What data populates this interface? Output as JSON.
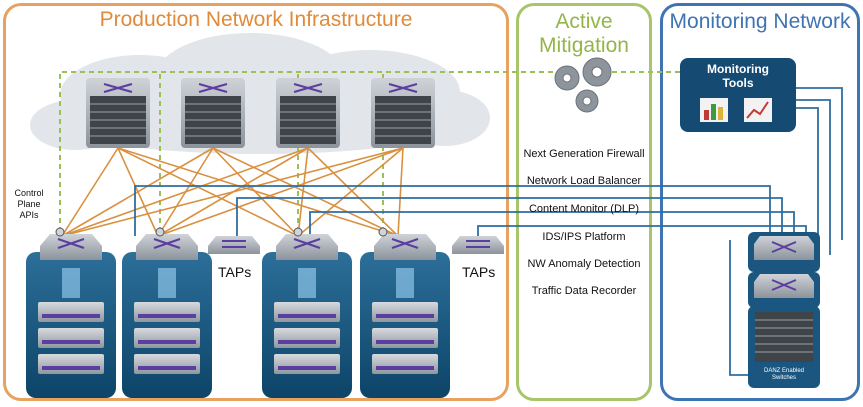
{
  "sections": {
    "production": {
      "title": "Production Network Infrastructure"
    },
    "mitigation": {
      "title_line1": "Active",
      "title_line2": "Mitigation"
    },
    "monitoring": {
      "title": "Monitoring Network"
    }
  },
  "control_plane": {
    "line1": "Control",
    "line2": "Plane",
    "line3": "APIs"
  },
  "taps": [
    "TAPs",
    "TAPs"
  ],
  "mitigation_tools": [
    "Next Generation Firewall",
    "Network Load Balancer",
    "Content Monitor (DLP)",
    "IDS/IPS Platform",
    "NW Anomaly Detection",
    "Traffic Data Recorder"
  ],
  "monitoring_tools": {
    "line1": "Monitoring",
    "line2": "Tools"
  },
  "danz": {
    "line1": "DANZ Enabled",
    "line2": "Switches"
  },
  "colors": {
    "production": "#e8a260",
    "mitigation": "#a9c46a",
    "monitoring": "#3f74b3",
    "link_orange": "#d9903f",
    "link_blue": "#2f6da0",
    "dashed_green": "#9cbf5a"
  },
  "icons": [
    "switch-icon",
    "gear-icon",
    "bar-chart-icon",
    "line-chart-icon",
    "cloud-icon",
    "server-icon"
  ]
}
